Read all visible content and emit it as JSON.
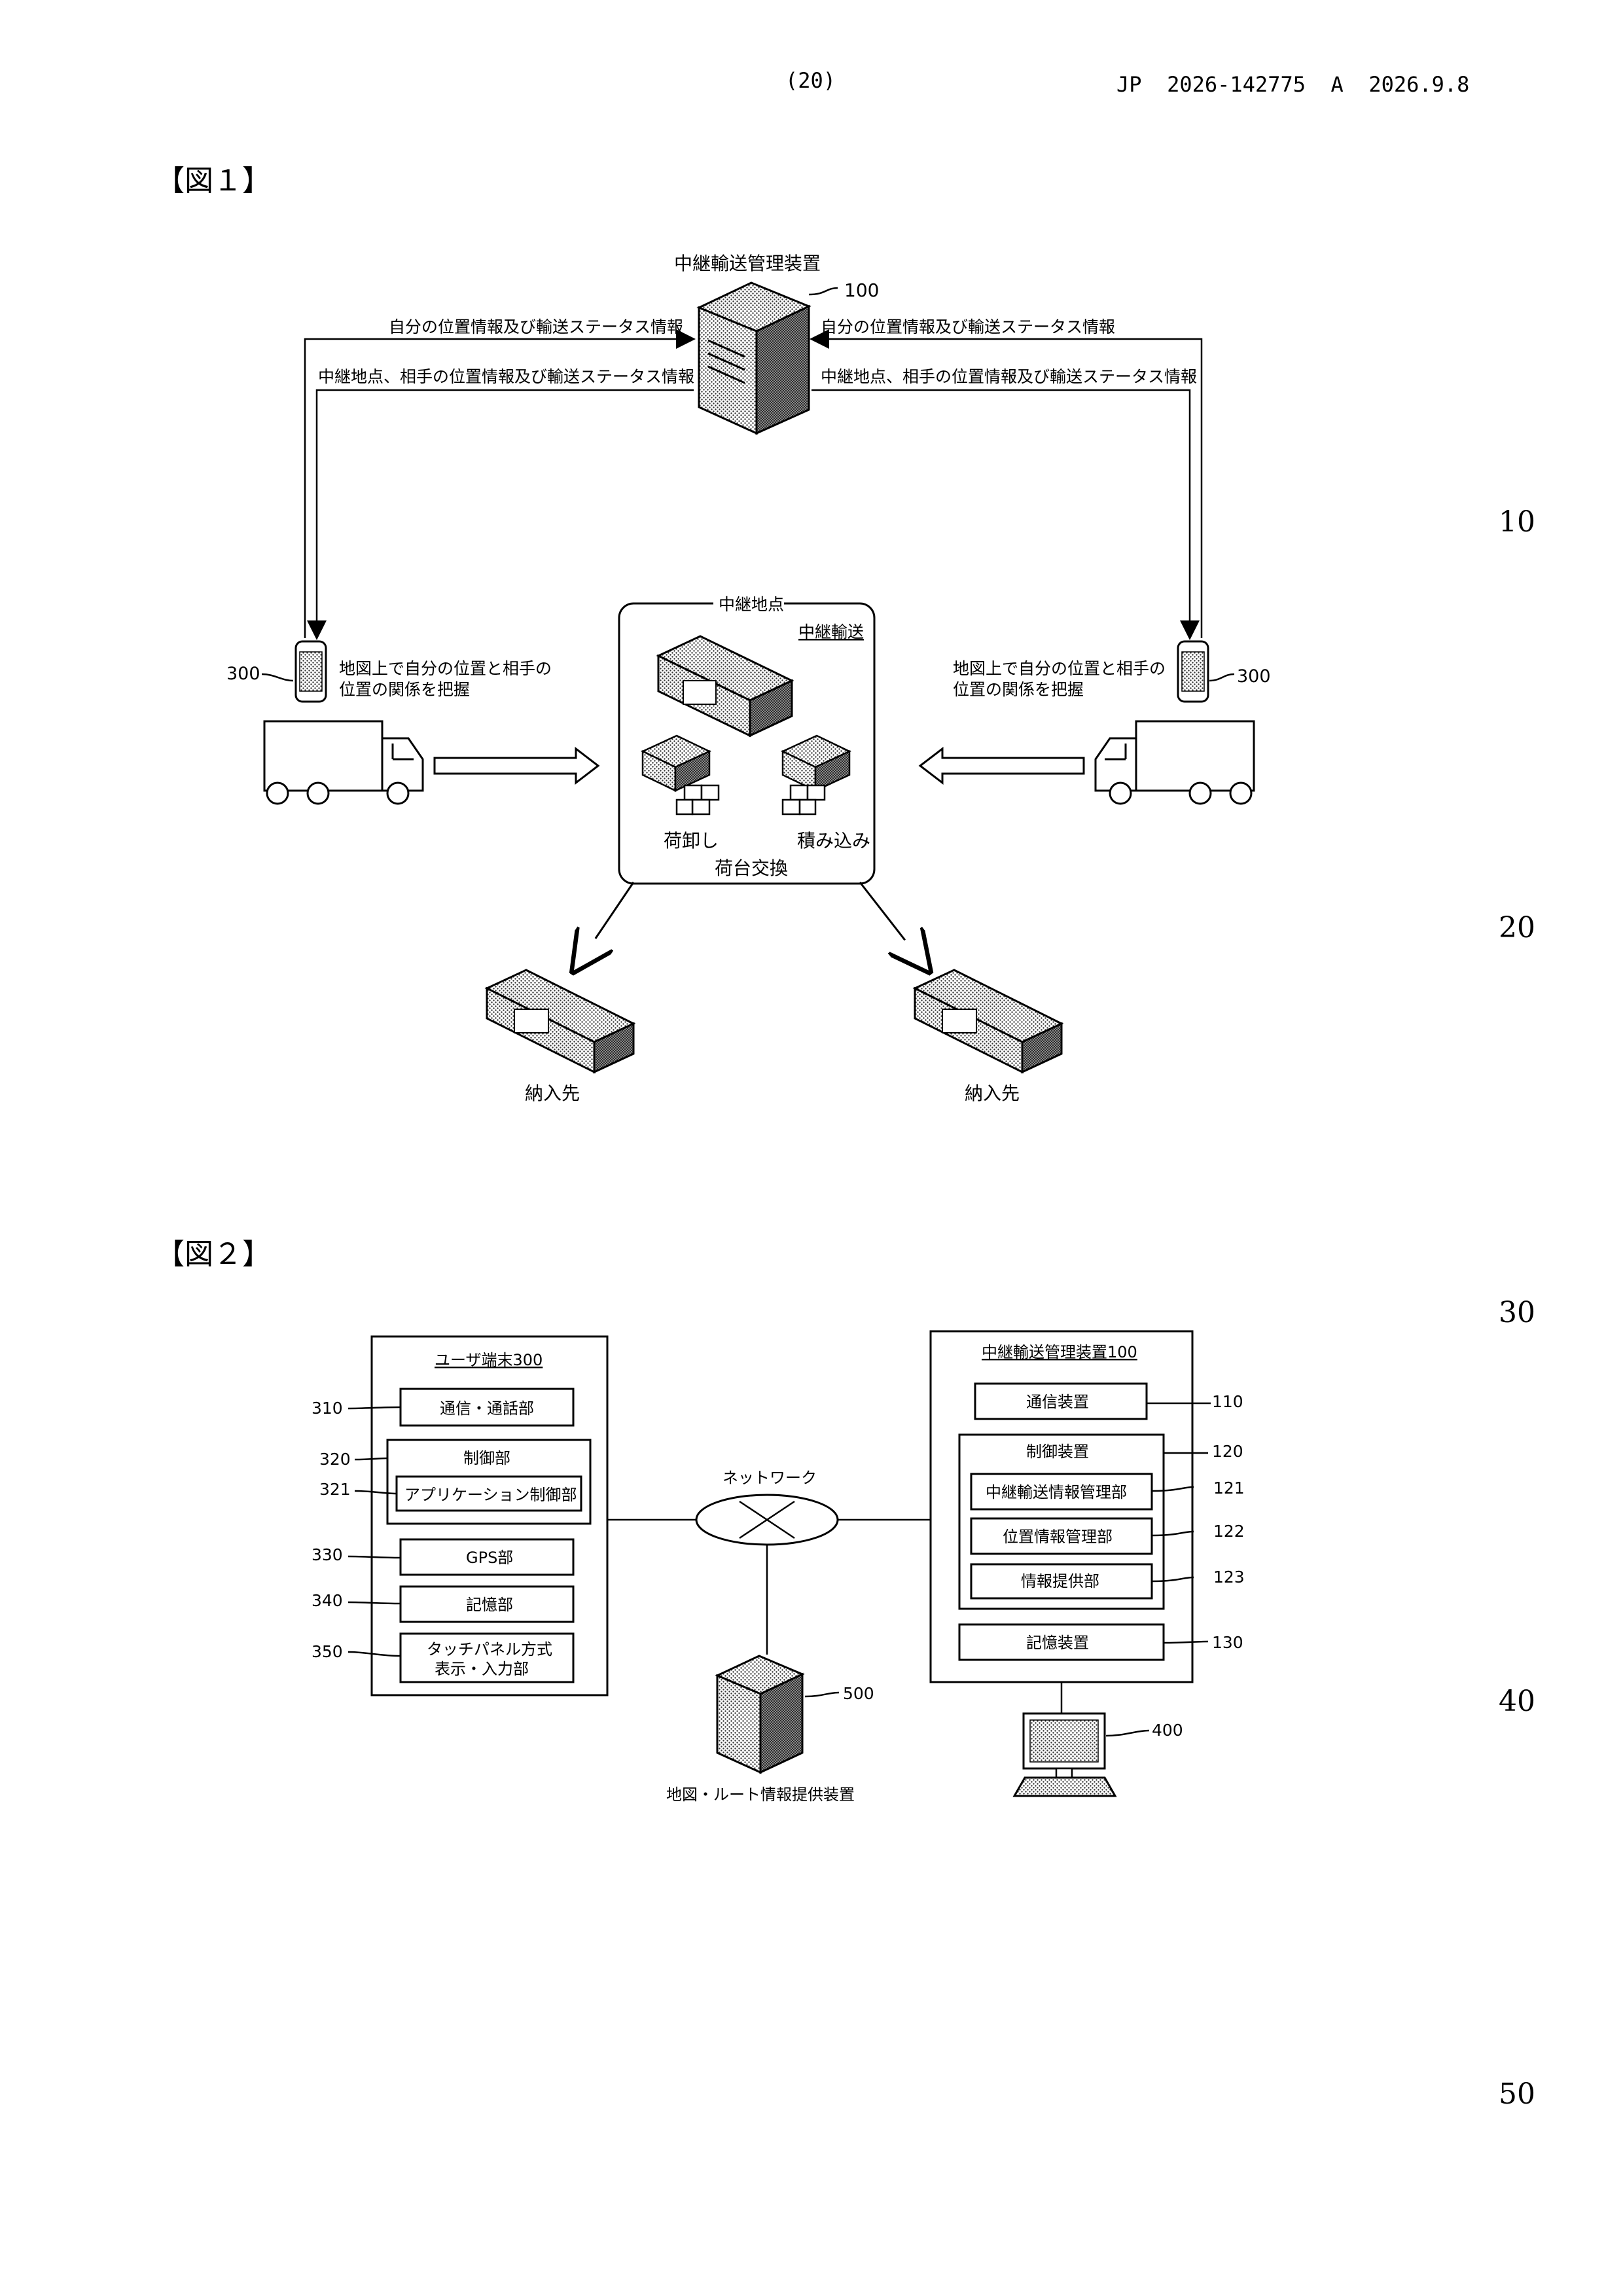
{
  "header": {
    "page_number": "(20)",
    "publication": "JP  2026-142775  A  2026.9.8"
  },
  "line_numbers": [
    "10",
    "20",
    "30",
    "40",
    "50"
  ],
  "figure1": {
    "title": "【図１】",
    "server_label": "中継輸送管理装置",
    "server_ref": "100",
    "arrow_left_top": "自分の位置情報及び輸送ステータス情報",
    "arrow_left_bottom": "中継地点、相手の位置情報及び輸送ステータス情報",
    "arrow_right_top": "自分の位置情報及び輸送ステータス情報",
    "arrow_right_bottom": "中継地点、相手の位置情報及び輸送ステータス情報",
    "terminal_ref_left": "300",
    "terminal_ref_right": "300",
    "terminal_text_left": [
      "地図上で自分の位置と相手の",
      "位置の関係を把握"
    ],
    "terminal_text_right": [
      "地図上で自分の位置と相手の",
      "位置の関係を把握"
    ],
    "relay_box_title": "中継地点",
    "relay_transport": "中継輸送",
    "unload_label": "荷卸し",
    "load_label": "積み込み",
    "exchange_label": "荷台交換",
    "dest_left": "納入先",
    "dest_right": "納入先"
  },
  "figure2": {
    "title": "【図２】",
    "user_terminal": {
      "title": "ユーザ端末300",
      "comm": {
        "ref": "310",
        "label": "通信・通話部"
      },
      "control": {
        "ref": "320",
        "label": "制御部"
      },
      "app_control": {
        "ref": "321",
        "label": "アプリケーション制御部"
      },
      "gps": {
        "ref": "330",
        "label": "GPS部"
      },
      "storage": {
        "ref": "340",
        "label": "記憶部"
      },
      "touch": {
        "ref": "350",
        "label_line1": "タッチパネル方式",
        "label_line2": "表示・入力部"
      }
    },
    "network_label": "ネットワーク",
    "map_server": {
      "ref": "500",
      "label": "地図・ルート情報提供装置"
    },
    "management": {
      "title": "中継輸送管理装置100",
      "comm": {
        "ref": "110",
        "label": "通信装置"
      },
      "control": {
        "ref": "120",
        "label": "制御装置"
      },
      "relay_info": {
        "ref": "121",
        "label": "中継輸送情報管理部"
      },
      "position_info": {
        "ref": "122",
        "label": "位置情報管理部"
      },
      "info_provide": {
        "ref": "123",
        "label": "情報提供部"
      },
      "storage": {
        "ref": "130",
        "label": "記憶装置"
      }
    },
    "pc_ref": "400"
  }
}
